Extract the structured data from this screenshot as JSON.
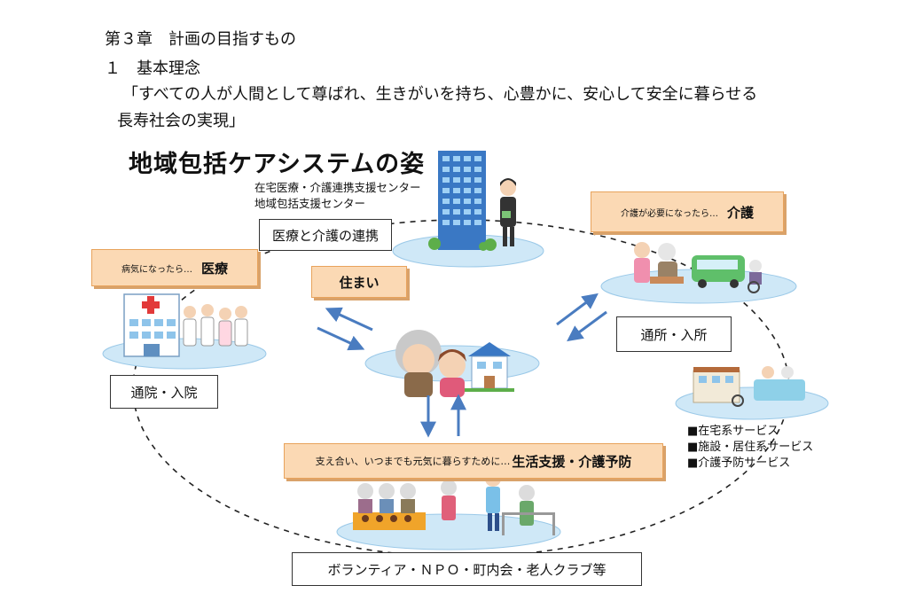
{
  "header": {
    "chapter": "第３章　計画の目指すもの",
    "section": "１　基本理念",
    "motto_line1": "「すべての人が人間として尊ばれ、生きがいを持ち、心豊かに、安心して安全に暮らせる",
    "motto_line2": "長寿社会の実現」"
  },
  "diagram": {
    "title": "地域包括ケアシステムの姿",
    "center_labels": [
      "在宅医療・介護連携支援センター",
      "地域包括支援センター"
    ],
    "boxes": {
      "renkei": "医療と介護の連携",
      "iryo_pre": "病気になったら…",
      "iryo_main": "医療",
      "kaigo_pre": "介護が必要になったら…",
      "kaigo_main": "介護",
      "sumai": "住まい",
      "tsuin": "通院・入院",
      "tsusho": "通所・入所",
      "seikatsu_pre": "支え合い、いつまでも元気に暮らすために…",
      "seikatsu_main": "生活支援・介護予防",
      "volunteer": "ボランティア・ＮＰＯ・町内会・老人クラブ等"
    },
    "services": [
      "■在宅系サービス",
      "■施設・居住系サービス",
      "■介護予防サービス"
    ],
    "colors": {
      "accent_orange": "#fbd9b4",
      "disc_blue": "#cfe8f7",
      "arrow_blue": "#4a7cc0"
    }
  }
}
